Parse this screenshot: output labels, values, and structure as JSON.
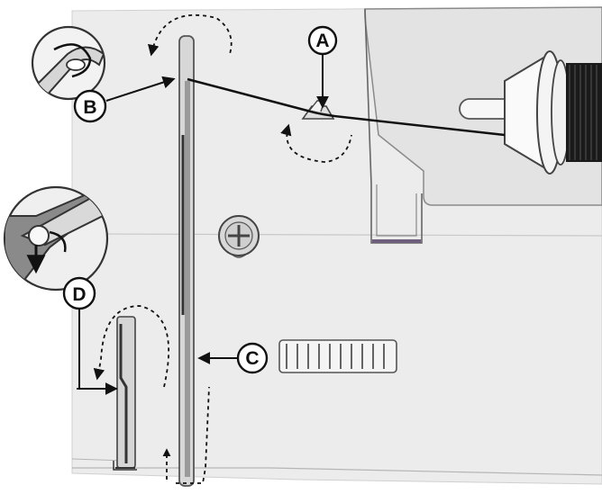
{
  "callouts": {
    "a": "A",
    "b": "B",
    "c": "C",
    "d": "D"
  },
  "colors": {
    "body": "#ececec",
    "panel": "#e2e2e2",
    "outline": "#555555",
    "thread": "#111111",
    "accent": "#7a6a8a"
  }
}
